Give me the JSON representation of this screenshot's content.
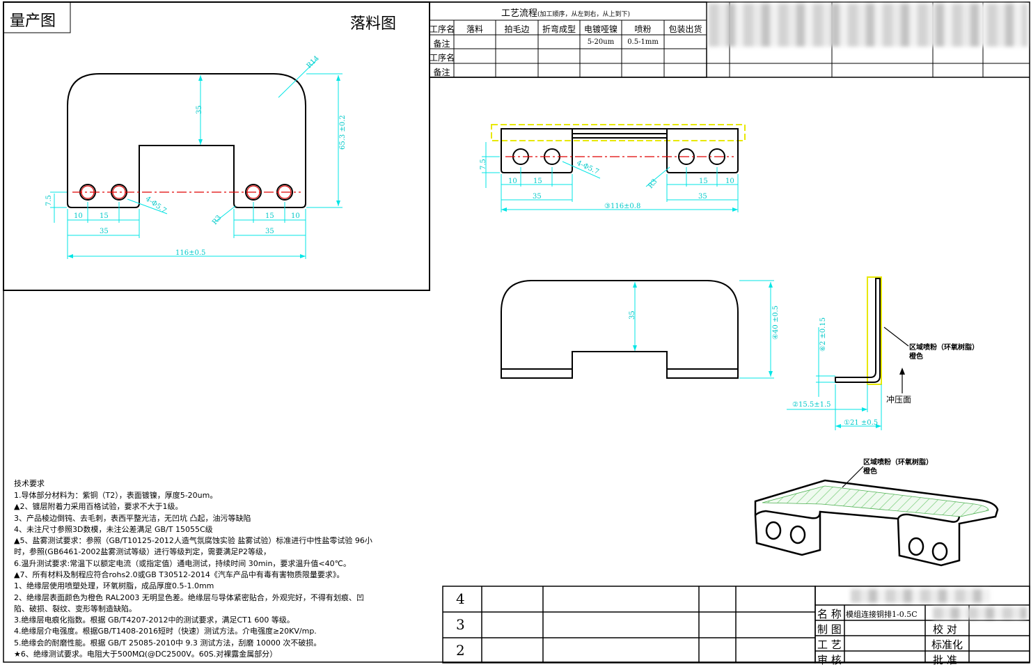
{
  "labels": {
    "mass_production": "量产图",
    "blanking": "落料图",
    "process_title": "工艺流程",
    "process_note": "(加工顺序，从左到右，从上到下)",
    "punch_face": "冲压面",
    "powder_area_1": "区域喷粉（环氧树脂）",
    "powder_color_1": "橙色",
    "powder_area_2": "区域喷粉（环氧树脂）",
    "powder_color_2": "橙色"
  },
  "process_table": {
    "row1_header": "工序名",
    "steps": [
      "落料",
      "拍毛边",
      "折弯成型",
      "电镀哑镍",
      "喷粉",
      "包装出货"
    ],
    "row2_header": "备注",
    "notes": [
      "",
      "",
      "",
      "5-20um",
      "0.5-1mm",
      ""
    ],
    "row3_header": "工序名",
    "row4_header": "备注"
  },
  "dims_blank": {
    "r14": "R14",
    "d35": "35",
    "h65": "65.3 ±0.2",
    "d7_5": "7.5",
    "d10_l": "10",
    "d15_l": "15",
    "d35_l": "35",
    "hole": "4-Φ5.7",
    "r3": "R3",
    "d15_r": "15",
    "d10_r": "10",
    "d35_r": "35",
    "total": "116±0.5"
  },
  "dims_front": {
    "d7_5": "7.5",
    "d10_l": "10",
    "d15_l": "15",
    "hole": "4-Φ5.7",
    "r3": "R3",
    "d15_r": "15",
    "d10_r": "10",
    "d35_l": "35",
    "total": "③116±0.8",
    "d35_r": "35"
  },
  "dims_top": {
    "d35": "35",
    "h40": "④40 ±0.5"
  },
  "dims_side": {
    "h2": "⑥2 ±0.15",
    "d15_5": "②15.5±1.5",
    "d21": "①21 ±0.5"
  },
  "requirements": {
    "title": "技术要求",
    "lines": [
      "1.导体部分材料为：紫铜（T2），表面镀镍，厚度5-20um。",
      "▲2、镀层附着力采用百格试验，要求不大于1级。",
      "3、产品棱边倒钝、去毛刺，表西平整光洁，无凹坑 凸起，油污等缺陷",
      "4、未注尺寸参照3D数模，未注公差满足 GB/T 15055C级",
      "▲5、盐雾测试要求：参照（GB/T10125-2012人造气氛腐蚀实验 盐雾试验）标准进行中性盐零试验 96小",
      "时，参照(GB6461-2002盐雾测试等级）进行等级判定，需要满足P2等级，",
      "6.温升测试要求:常温下以额定电流（或指定值）通电测试，持续时间 30min，要求温升值<40℃。",
      "▲7、所有材料及制程应符合rohs2.0或GB T30512-2014《汽车产品中有毒有害物质限量要求》。",
      "1、绝缘层使用喷塑处理，环氧树脂，成品厚度0.5-1.0mm",
      "2、绝缘层表面颜色为橙色 RAL2003 无明显色差。绝缘层与导体紧密贴合，外观完好，不得有划痕、凹",
      "陷、破损、裂纹、变形等制造缺陷。",
      "3.绝缘层电痕化指数。根据 GB/T4207-2012中的测试要求，满足CT1 600 等级。",
      "4.绝缘层介电强度。根据GB/T1408-2016短时（快速）测试方法。介电强度≥20KV/mp.",
      "5.绝缘会的耐磨性能。根据 GB/T 25085-2010中 9.3 测试方法，刮磨 10000 次不破损。",
      "★6、绝缘测试要求。电阻大于500MΩ(@DC2500V。60S.对裸露金属部分）"
    ]
  },
  "revision": {
    "rows": [
      "4",
      "3",
      "2"
    ]
  },
  "title_block": {
    "name_label": "名 称",
    "name_value": "模组连接铜排1-0.5C",
    "draw_label": "制 图",
    "check_label": "校 对",
    "process_label": "工 艺",
    "standard_label": "标准化",
    "review_label": "审 核",
    "approve_label": "批 准"
  },
  "colors": {
    "dimension": "#00e5e5",
    "centerline": "#e00000",
    "highlight": "#e8e800",
    "hatch": "#7fd07f",
    "outline": "#000000"
  }
}
